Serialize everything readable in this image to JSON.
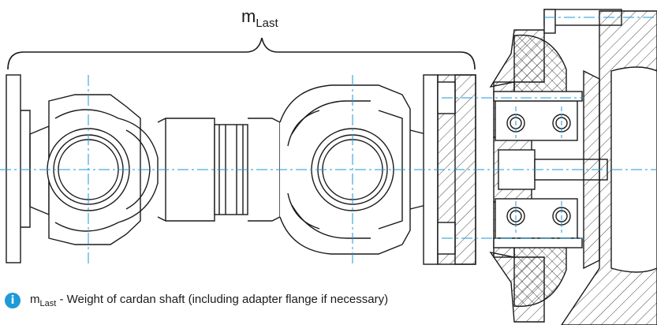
{
  "weight_label": {
    "symbol": "m",
    "subscript": "Last"
  },
  "note": {
    "icon": "info-icon",
    "symbol": "m",
    "subscript": "Last",
    "text": " - Weight of cardan shaft (including adapter flange if necessary)"
  },
  "colors": {
    "line": "#1a1a1a",
    "centerline": "#1e9ad6",
    "info": "#1e9ad6"
  }
}
